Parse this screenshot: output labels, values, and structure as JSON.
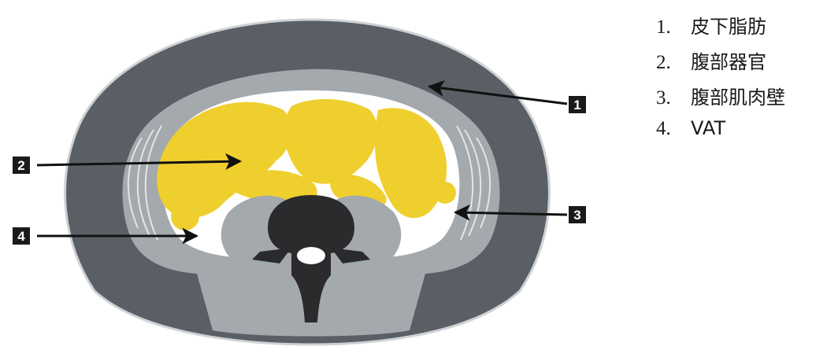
{
  "callouts": [
    {
      "number": "1"
    },
    {
      "number": "2"
    },
    {
      "number": "3"
    },
    {
      "number": "4"
    }
  ],
  "legend": [
    {
      "num": "1.",
      "text": "皮下脂肪"
    },
    {
      "num": "2.",
      "text": "腹部器官"
    },
    {
      "num": "3.",
      "text": "腹部肌肉壁"
    },
    {
      "num": "4.",
      "text": "VAT"
    }
  ],
  "colors": {
    "subcutaneous_fat": "#5a5f66",
    "muscle": "#a4a9ae",
    "visceral_fat": "#ffffff",
    "organs": "#efcf2e",
    "vertebra": "#2b2b2d",
    "arrow": "#111111"
  }
}
